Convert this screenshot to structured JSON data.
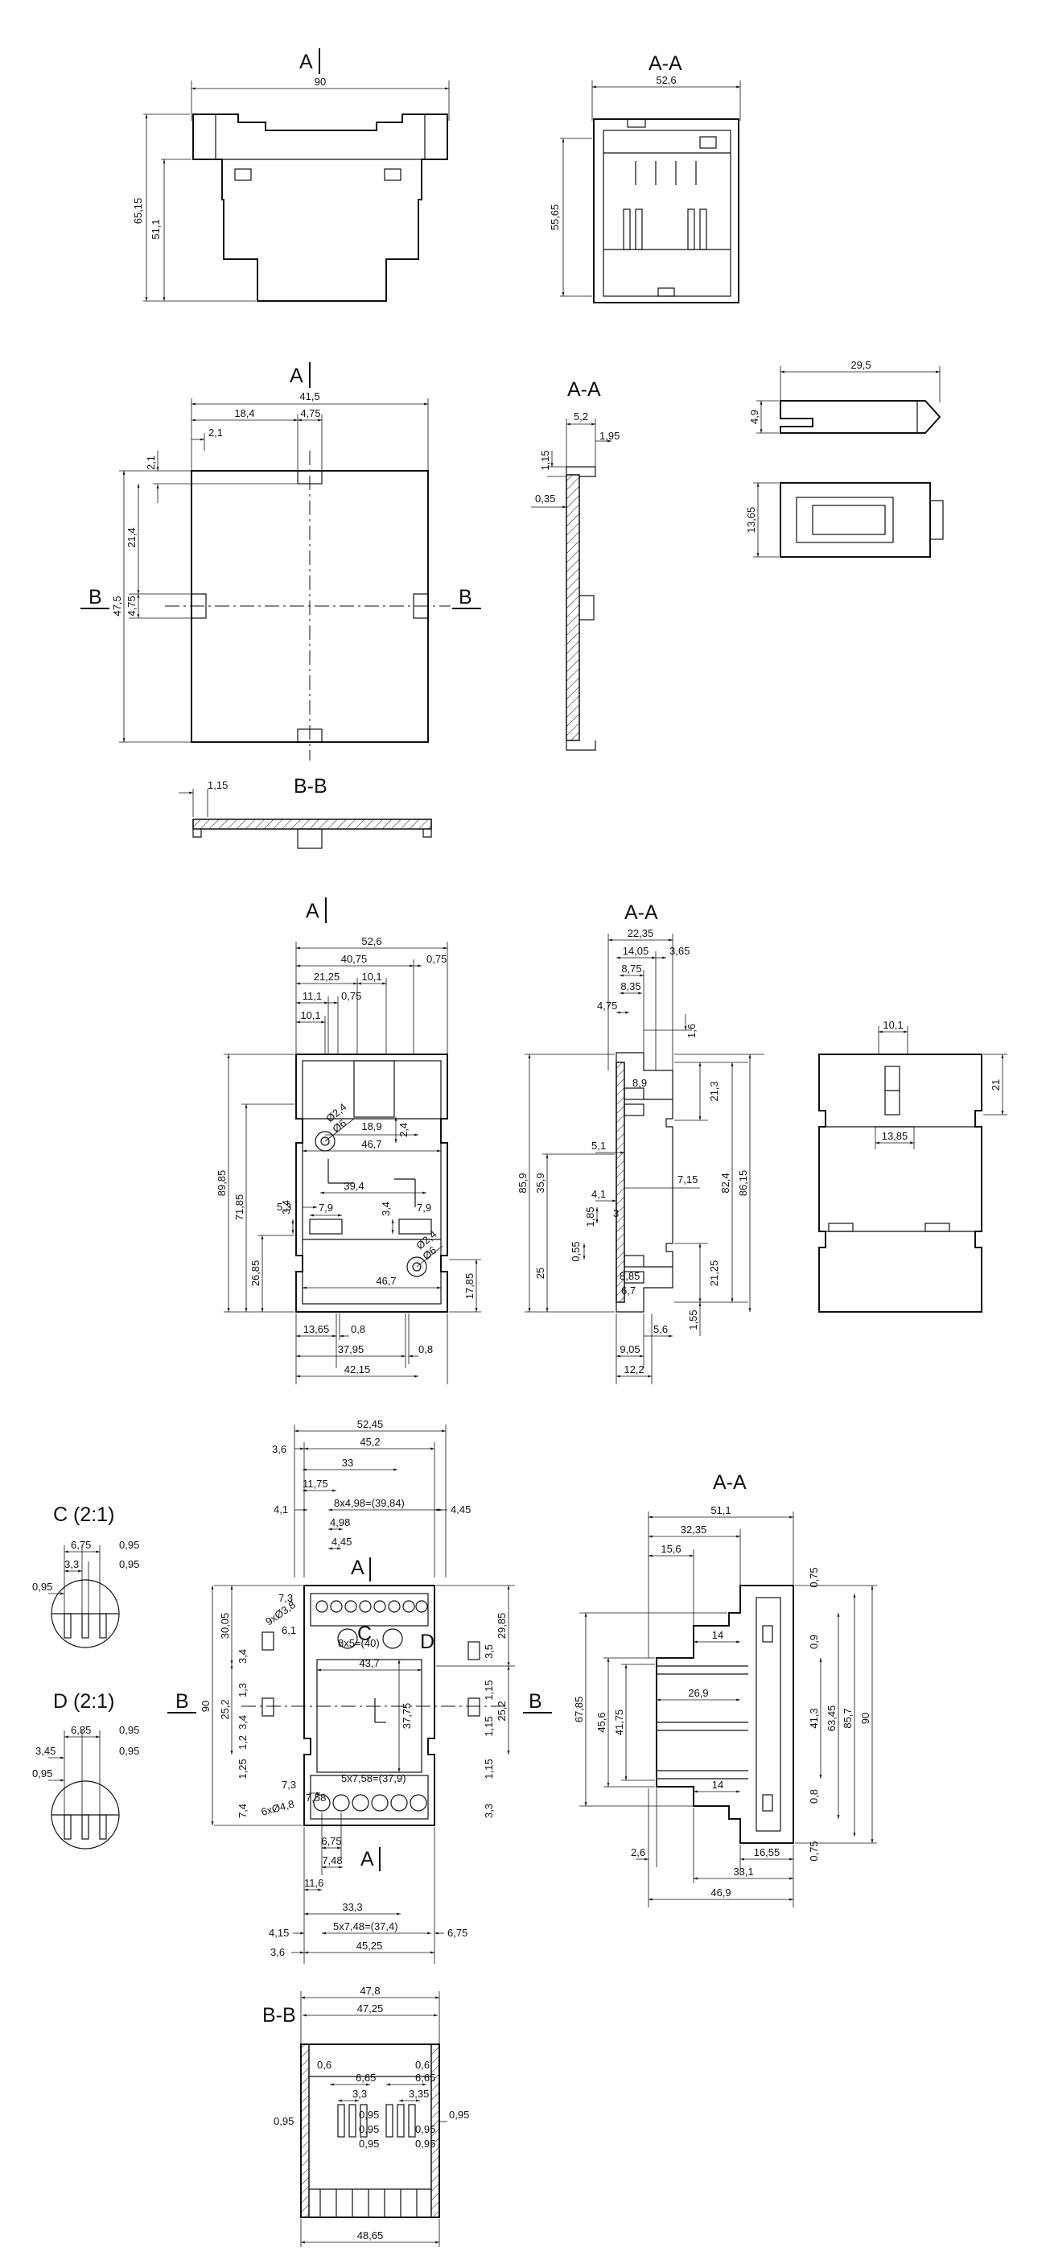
{
  "section_labels": {
    "a": "A",
    "aa": "A-A",
    "bb": "B-B",
    "b": "B",
    "c": "C",
    "d": "D",
    "c_detail": "C (2:1)",
    "d_detail": "D (2:1)"
  },
  "view1": {
    "front": {
      "width": "90",
      "height_total": "65,15",
      "height_lower": "51,1"
    },
    "section": {
      "width": "52,6",
      "height": "55,65"
    }
  },
  "view2": {
    "cover": {
      "width": "41,5",
      "offset_a": "18,4",
      "slot": "4,75",
      "edge_a": "2,1",
      "edge_b": "2,1",
      "height_upper": "21,4",
      "height": "47,5",
      "tab": "4,75"
    },
    "section": {
      "top_a": "5,2",
      "top_b": "1,95",
      "lip": "1,15",
      "wall": "0,35"
    },
    "bb": {
      "lip": "1,15"
    },
    "latch": {
      "length": "29,5",
      "thickness": "4,9",
      "height": "13,65"
    }
  },
  "view3": {
    "front": {
      "w_total": "52,6",
      "w_inner": "40,75",
      "w_side": "0,75",
      "d_a": "21,25",
      "d_b": "10,1",
      "d_c": "11,1",
      "d_d": "0,75",
      "d_e": "10,1",
      "hole_a": "Ø2,4",
      "hole_b": "Ø6",
      "d_f": "2,4",
      "d_g": "18,9",
      "d_h": "46,7",
      "d_i": "39,4",
      "d_j": "5,3",
      "d_k": "7,9",
      "d_l": "3,4",
      "d_m": "3,4",
      "d_n": "7,9",
      "hole_c": "Ø2,4",
      "hole_d": "Ø6",
      "d_o": "46,7",
      "h_total": "89,85",
      "h_mid": "71,85",
      "h_low": "26,85",
      "h_right": "17,85",
      "b_a": "13,65",
      "b_b": "0,8",
      "b_c": "37,95",
      "b_d": "0,8",
      "b_e": "42,15"
    },
    "section": {
      "w_top": "22,35",
      "a": "14,05",
      "b": "3,65",
      "c": "8,75",
      "d": "8,35",
      "e": "4,75",
      "f": "1,6",
      "g": "8,9",
      "h": "21,3",
      "i": "5,1",
      "j": "7,15",
      "k": "4,1",
      "l": "3",
      "m": "1,85",
      "n": "0,55",
      "o": "8,85",
      "p": "6,7",
      "q": "21,25",
      "r": "5,6",
      "s": "1,55",
      "t": "9,05",
      "u": "12,2",
      "h_total": "85,9",
      "h_upper": "35,9",
      "h_low": "25",
      "h_right": "82,4",
      "h_right2": "86,15"
    },
    "side": {
      "top": "10,1",
      "right": "21",
      "mid": "13,85"
    }
  },
  "view4": {
    "front": {
      "w_total": "52,45",
      "w_a": "45,2",
      "w_b": "3,6",
      "w_c": "33",
      "w_d": "11,75",
      "pitch_top": "8x4,98=(39,84)",
      "w_e": "4,1",
      "w_f": "4,45",
      "w_g": "4,98",
      "w_h": "4,45",
      "r_a": "7,3",
      "holes_top": "9xØ3,8",
      "r_b": "6,1",
      "holes_mid": "8x5=(40)",
      "l_a": "30,05",
      "l_b": "3,4",
      "l_c": "25,2",
      "l_d": "1,3",
      "l_e": "3,4",
      "l_f": "1,2",
      "l_g": "1,25",
      "l_h": "7,4",
      "l_total": "90",
      "r_c": "29,85",
      "r_d": "3,5",
      "r_e": "1,15",
      "r_f": "25,2",
      "r_g": "1,15",
      "r_h": "1,15",
      "r_i": "3,3",
      "inner_w": "43,7",
      "inner_h": "37,75",
      "pitch_bot": "5x7,58=(37,9)",
      "b_a": "7,3",
      "b_b": "7,58",
      "holes_bot": "6xØ4,8",
      "b_c": "6,75",
      "b_d": "7,48",
      "b_e": "11,6",
      "b_f": "33,3",
      "b_g": "4,15",
      "pitch_bot2": "5x7,48=(37,4)",
      "b_h": "6,75",
      "b_i": "45,25",
      "b_j": "3,6"
    },
    "detail_c": {
      "a": "6,75",
      "b": "0,95",
      "c": "3,3",
      "d": "0,95",
      "e": "0,95"
    },
    "detail_d": {
      "a": "6,85",
      "b": "0,95",
      "c": "3,45",
      "d": "0,95",
      "e": "0,95"
    },
    "section": {
      "w_total": "51,1",
      "a": "32,35",
      "b": "15,6",
      "c": "14",
      "d": "26,9",
      "e": "14",
      "f": "0,75",
      "g": "0,9",
      "h": "41,3",
      "i": "63,45",
      "j": "85,7",
      "k": "90",
      "l": "0,8",
      "m": "0,75",
      "n": "67,85",
      "o": "45,6",
      "p": "41,75",
      "q": "2,6",
      "r": "16,55",
      "s": "33,1",
      "t": "46,9"
    },
    "bb": {
      "w_total": "47,8",
      "w_a": "47,25",
      "a": "0,6",
      "b": "0,6",
      "c": "6,65",
      "d": "6,65",
      "e": "3,3",
      "f": "3,35",
      "g": "0,95",
      "h": "0,95",
      "i": "0,95",
      "j": "0,95",
      "k": "0,95",
      "l": "0,95",
      "m": "0,95",
      "w_bottom": "48,65"
    }
  }
}
